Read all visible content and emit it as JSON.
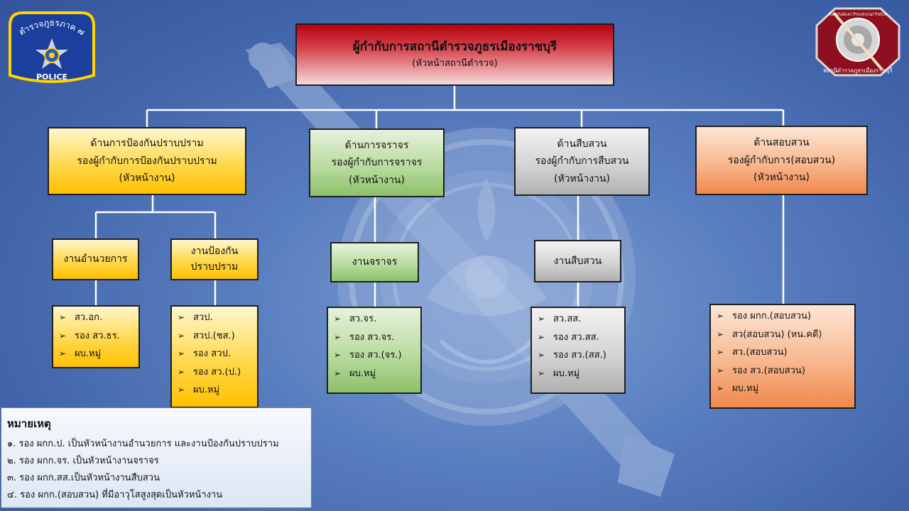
{
  "logos": {
    "left": {
      "arc_text": "ตำรวจภูธรภาค ๗",
      "bottom_text": "POLICE",
      "icon": "region-police-badge-icon",
      "color": "#1b3f9c"
    },
    "right": {
      "arc_text": "Ratchaburi Provincial Police",
      "bottom_text": "สถานีตำรวจภูธรเมืองราชบุรี",
      "icon": "station-emblem-icon",
      "color": "#8e0f1f"
    }
  },
  "top": {
    "title": "ผู้กำกับการสถานีตำรวจภูธรเมืองราชบุรี",
    "subtitle": "(หัวหน้าสถานีตำรวจ)"
  },
  "departments": [
    {
      "line1": "ด้านการป้องกันปราบปราม",
      "line2": "รองผู้กำกับการป้องกันปราบปราม",
      "line3": "(หัวหน้างาน)"
    },
    {
      "line1": "ด้านการจราจร",
      "line2": "รองผู้กำกับการจราจร",
      "line3": "(หัวหน้างาน)"
    },
    {
      "line1": "ด้านสืบสวน",
      "line2": "รองผู้กำกับการสืบสวน",
      "line3": "(หัวหน้างาน)"
    },
    {
      "line1": "ด้านสอบสวน",
      "line2": "รองผู้กำกับการ(สอบสวน)",
      "line3": "(หัวหน้างาน)"
    }
  ],
  "units": [
    {
      "line1": "งานอำนวยการ",
      "line2": ""
    },
    {
      "line1": "งานป้องกัน",
      "line2": "ปราบปราม"
    },
    {
      "line1": "งานจราจร",
      "line2": ""
    },
    {
      "line1": "งานสืบสวน",
      "line2": ""
    }
  ],
  "lists": [
    [
      "สว.อก.",
      "รอง สว.ธร.",
      "ผบ.หมู่"
    ],
    [
      "สวป.",
      "สวป.(ชส.)",
      "รอง สวป.",
      "รอง สว.(ป.)",
      "ผบ.หมู่"
    ],
    [
      "สว.จร.",
      "รอง สว.จร.",
      "รอง สว.(จร.)",
      "ผบ.หมู่"
    ],
    [
      "สว.สส.",
      "รอง สว.สส.",
      "รอง สว.(สส.)",
      "ผบ.หมู่"
    ],
    [
      "รอง ผกก.(สอบสวน)",
      "สว(สอบสวน)  (หน.คดี)",
      "สว.(สอบสวน)",
      "รอง สว.(สอบสวน)",
      "ผบ.หมู่"
    ]
  ],
  "list_bullet": "➢",
  "notes": {
    "title": "หมายเหตุ",
    "items": [
      "๑.  รอง  ผกก.ป.  เป็นหัวหน้างานอำนวยการ   และงานป้องกันปราบปราม",
      "๒.  รอง  ผกก.จร.  เป็นหัวหน้างานจราจร",
      "๓.  รอง  ผกก.สส.เป็นหัวหน้างานสืบสวน",
      "๔.  รอง  ผกก.(สอบสวน)   ที่มีอาวุโสสูงสุดเป็นหัวหน้างาน"
    ]
  },
  "colors": {
    "background": "#4a6fb5",
    "top_box": "#c00000",
    "prevention": "#ffc000",
    "traffic": "#8cc16a",
    "investigation": "#b0b0b0",
    "inquiry": "#f0884c",
    "connector": "#ffffff"
  }
}
